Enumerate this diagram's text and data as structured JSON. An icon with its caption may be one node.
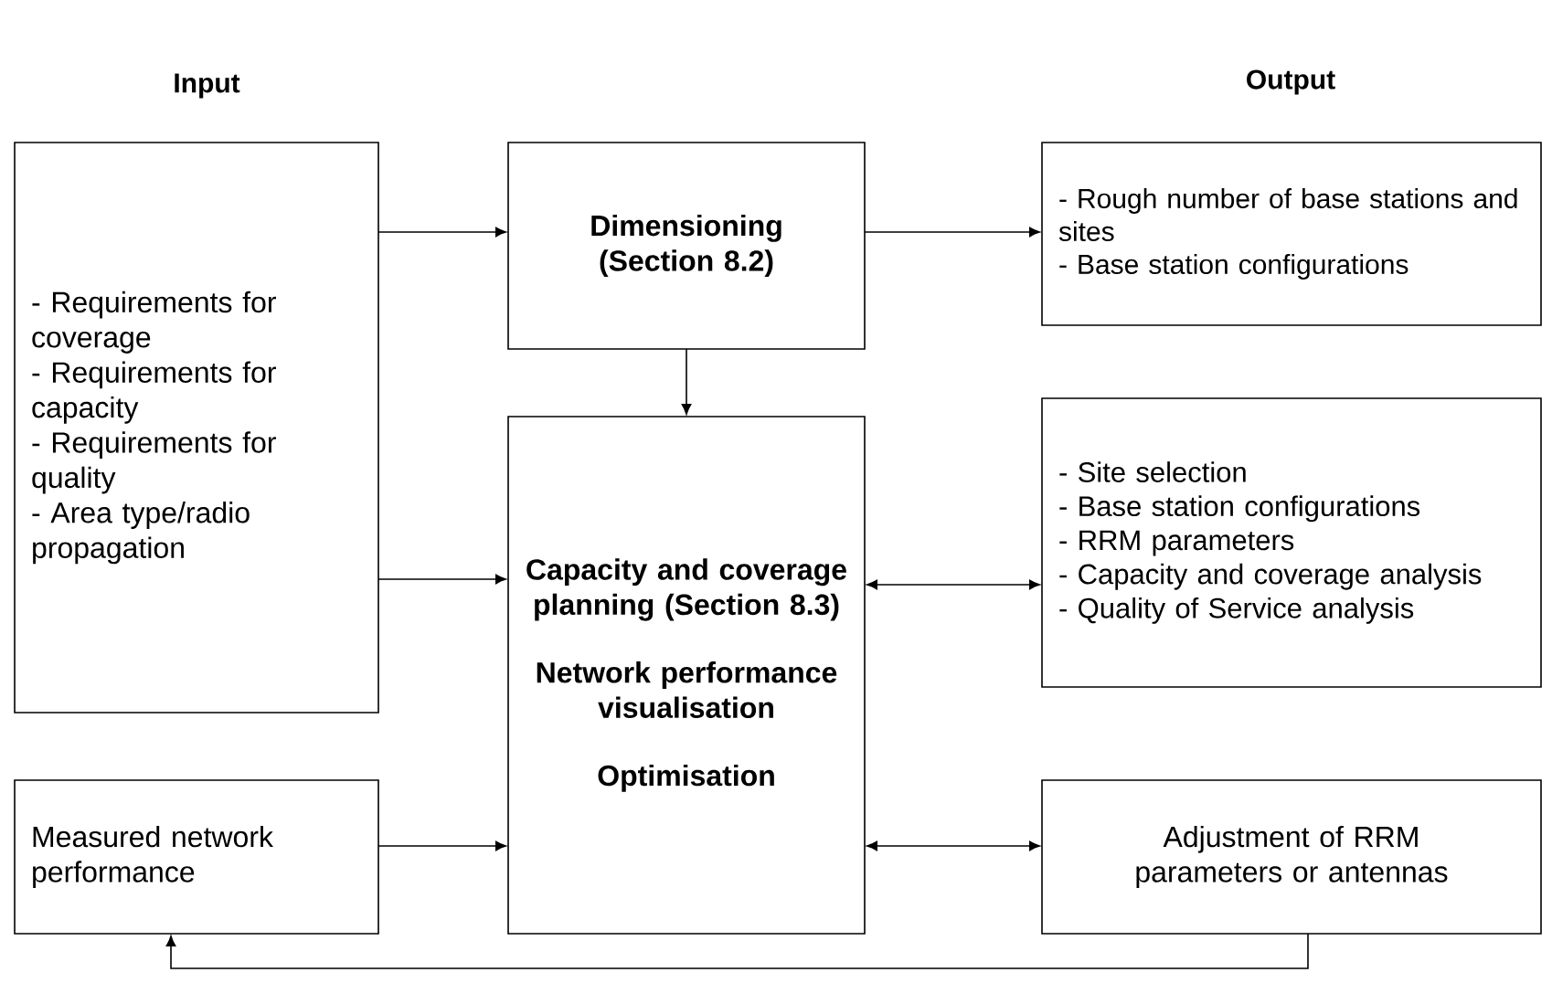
{
  "diagram": {
    "nodes": [
      {
        "text": [
          "- Requirements for coverage",
          "- Requirements for capacity",
          "- Requirements for quality",
          "- Area type/radio propagation"
        ]
      },
      {
        "text": [
          "Dimensioning (Section 8.2)"
        ]
      },
      {
        "text": [
          "- Rough number of base stations and sites",
          "- Base station configurations"
        ]
      },
      {
        "text": [
          "Capacity and coverage planning (Section 8.3)",
          "Network performance visualisation",
          "Optimisation"
        ]
      },
      {
        "text": [
          "- Site selection",
          "- Base station configurations",
          "- RRM parameters",
          "- Capacity and coverage analysis",
          "- Quality of Service analysis"
        ]
      },
      {
        "text": [
          "Measured network performance"
        ]
      },
      {
        "text": [
          "Adjustment of RRM parameters or antennas"
        ]
      }
    ],
    "edges": [
      {
        "from": 0,
        "to": 1,
        "arrow": "to"
      },
      {
        "from": 1,
        "to": 2,
        "arrow": "to"
      },
      {
        "from": 1,
        "to": 3,
        "arrow": "to"
      },
      {
        "from": 0,
        "to": 3,
        "arrow": "to"
      },
      {
        "from": 3,
        "to": 4,
        "arrow": "both"
      },
      {
        "from": 5,
        "to": 3,
        "arrow": "to"
      },
      {
        "from": 3,
        "to": 6,
        "arrow": "both"
      },
      {
        "from": 6,
        "to": 5,
        "arrow": "to"
      }
    ],
    "labels": [
      "Input",
      "Output"
    ]
  }
}
